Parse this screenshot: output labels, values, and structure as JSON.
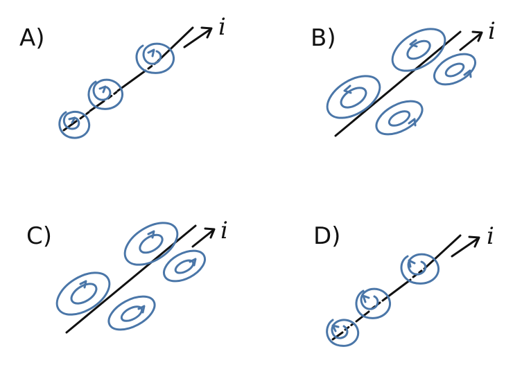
{
  "panels": [
    {
      "id": "A",
      "label": "A)",
      "current_label": "i"
    },
    {
      "id": "B",
      "label": "B)",
      "current_label": "i"
    },
    {
      "id": "C",
      "label": "C)",
      "current_label": "i"
    },
    {
      "id": "D",
      "label": "D)",
      "current_label": "i"
    }
  ],
  "colors": {
    "wire": "#111111",
    "field_lines": "#4a76a8"
  }
}
